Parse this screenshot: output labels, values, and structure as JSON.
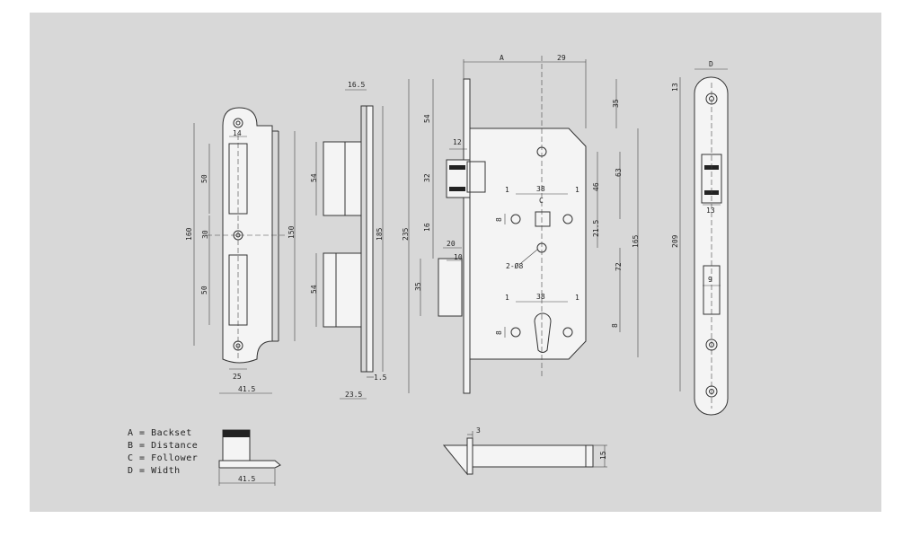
{
  "legend": [
    "A = Backset",
    "B = Distance",
    "C = Follower",
    "D = Width"
  ],
  "dims": {
    "strike_14": "14",
    "strike_50_top": "50",
    "strike_30": "30",
    "strike_50_bot": "50",
    "strike_160": "160",
    "strike_150": "150",
    "strike_25": "25",
    "strike_41_5": "41.5",
    "side_16_5": "16.5",
    "side_54_top": "54",
    "side_54_bot": "54",
    "side_185": "185",
    "side_1_5": "1.5",
    "side_23_5": "23.5",
    "body_A": "A",
    "body_29": "29",
    "body_35_top": "35",
    "body_54": "54",
    "body_12": "12",
    "body_32": "32",
    "body_235": "235",
    "body_16": "16",
    "body_20": "20",
    "body_10": "10",
    "body_35_bot": "35",
    "body_1a": "1",
    "body_38a": "38",
    "body_1b": "1",
    "body_C": "C",
    "body_8a": "8",
    "body_46": "46",
    "body_63": "63",
    "body_21_5": "21.5",
    "body_165": "165",
    "body_2_8": "2-Ø8",
    "body_72": "72",
    "body_1c": "1",
    "body_38b": "38",
    "body_1d": "1",
    "body_8b": "8",
    "body_8c": "8",
    "face_D": "D",
    "face_13_top": "13",
    "face_13": "13",
    "face_209": "209",
    "face_9": "9",
    "bolt_41_5": "41.5",
    "bottom_3": "3",
    "bottom_15": "15"
  }
}
